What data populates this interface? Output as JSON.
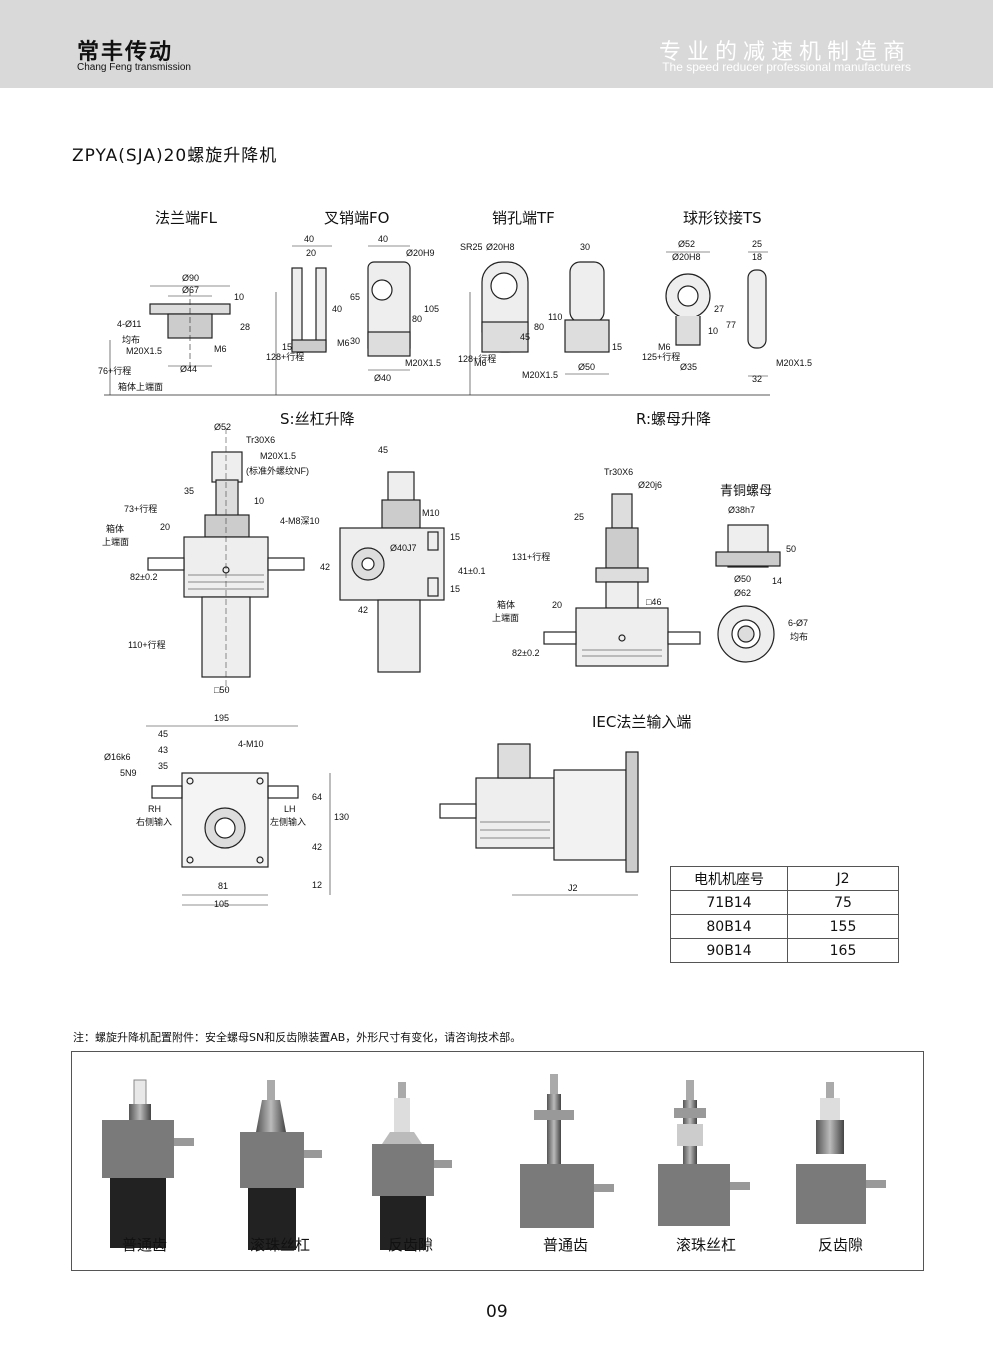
{
  "header": {
    "brand_cn": "常丰传动",
    "brand_en": "Chang Feng transmission",
    "slogan_cn": "专业的减速机制造商",
    "slogan_en": "The speed reducer professional manufacturers"
  },
  "title": "ZPYA(SJA)20螺旋升降机",
  "end_types": {
    "fl": "法兰端FL",
    "fo": "叉销端FO",
    "tf": "销孔端TF",
    "ts": "球形铰接TS"
  },
  "sections": {
    "s_lift": "S:丝杠升降",
    "r_lift": "R:螺母升降",
    "bronze_nut": "青铜螺母",
    "iec": "IEC法兰输入端"
  },
  "dims": {
    "fl": [
      "Ø90",
      "Ø67",
      "10",
      "4-Ø11",
      "均布",
      "M20X1.5",
      "M6",
      "28",
      "Ø44",
      "76+行程",
      "箱体上端面"
    ],
    "fo": [
      "40",
      "20",
      "40",
      "Ø20H9",
      "65",
      "40",
      "80",
      "105",
      "128+行程",
      "15",
      "M6",
      "30",
      "Ø40",
      "M20X1.5"
    ],
    "tf": [
      "SR25",
      "Ø20H8",
      "30",
      "45",
      "80",
      "110",
      "128+行程",
      "M6",
      "15",
      "M20X1.5",
      "Ø50"
    ],
    "ts": [
      "Ø52",
      "Ø20H8",
      "25",
      "18",
      "27",
      "77",
      "10",
      "125+行程",
      "M6",
      "Ø35",
      "32",
      "M20X1.5"
    ],
    "s": [
      "Ø52",
      "Tr30X6",
      "M20X1.5",
      "(标准外螺纹NF)",
      "45",
      "35",
      "10",
      "M10",
      "4-M8深10",
      "Ø40J7",
      "73+行程",
      "箱体",
      "上端面",
      "20",
      "82±0.2",
      "42",
      "15",
      "41±0.1",
      "15",
      "42",
      "110+行程",
      "□50"
    ],
    "r": [
      "Tr30X6",
      "Ø20j6",
      "25",
      "131+行程",
      "箱体",
      "上端面",
      "20",
      "□46",
      "82±0.2",
      "Ø38h7",
      "50",
      "14",
      "Ø50",
      "Ø62",
      "6-Ø7",
      "均布"
    ],
    "top": [
      "195",
      "45",
      "43",
      "35",
      "Ø16k6",
      "5N9",
      "4-M10",
      "RH",
      "右侧输入",
      "LH",
      "左侧输入",
      "64",
      "130",
      "42",
      "12",
      "81",
      "105"
    ],
    "iec": [
      "J2"
    ]
  },
  "table": {
    "header": [
      "电机机座号",
      "J2"
    ],
    "rows": [
      [
        "71B14",
        "75"
      ],
      [
        "80B14",
        "155"
      ],
      [
        "90B14",
        "165"
      ]
    ]
  },
  "note": "注：螺旋升降机配置附件：安全螺母SN和反齿隙装置AB，外形尺寸有变化，请咨询技术部。",
  "photos": [
    "普通齿",
    "滚珠丝杠",
    "反齿隙",
    "普通齿",
    "滚珠丝杠",
    "反齿隙"
  ],
  "page_number": "09"
}
